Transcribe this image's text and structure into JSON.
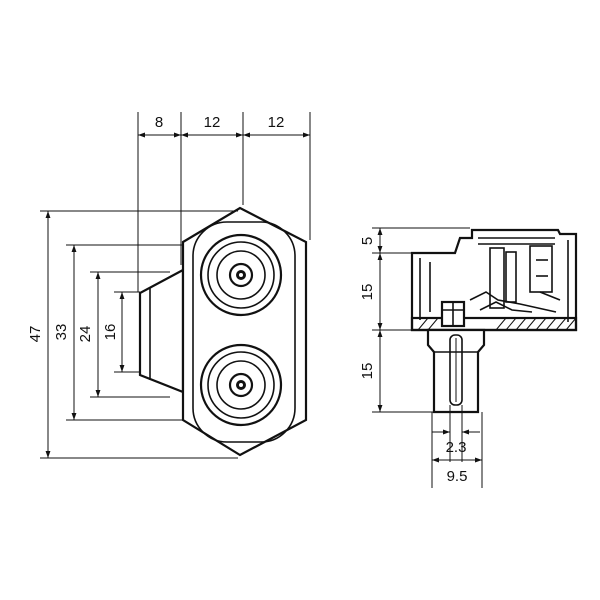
{
  "front_view": {
    "width_dims": [
      "8",
      "12",
      "12"
    ],
    "height_dims": [
      "47",
      "33",
      "24",
      "16"
    ]
  },
  "side_view": {
    "height_dims": [
      "5",
      "15",
      "15"
    ],
    "width_dims": [
      "2.3",
      "9.5"
    ]
  }
}
